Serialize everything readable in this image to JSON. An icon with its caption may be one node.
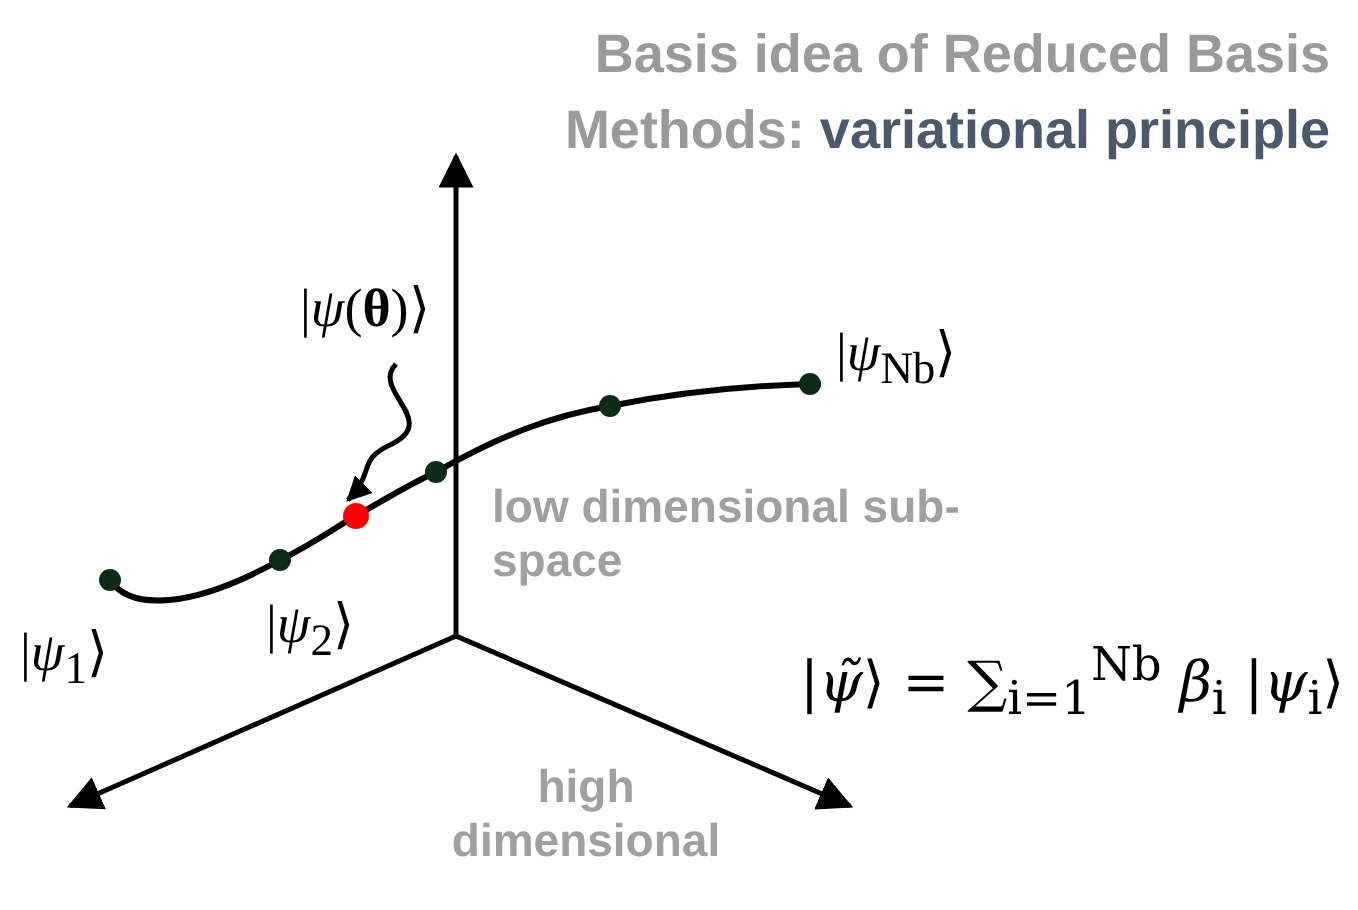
{
  "diagram": {
    "title": "Basis idea of Reduced Basis Methods: variational principle",
    "nodes": [
      {
        "text": [
          "|*ψ*(**θ**)⟩"
        ]
      },
      {
        "text": [],
        "shape": "circle"
      }
    ],
    "edges": [
      {
        "from": 0,
        "to": 1,
        "arrow": "to"
      }
    ],
    "labels": [
      "|*ψ*$_{Nb}$⟩",
      "low dimensional sub-space",
      "|*ψ*$_{1}$⟩",
      "|*ψ*$_{2}$⟩",
      "|*ψ̃*⟩ = ∑$_{i=1}$$^{Nb}$ *β*$_{i}$ |*ψ*$_{i}$⟩",
      "high dimensional"
    ]
  }
}
